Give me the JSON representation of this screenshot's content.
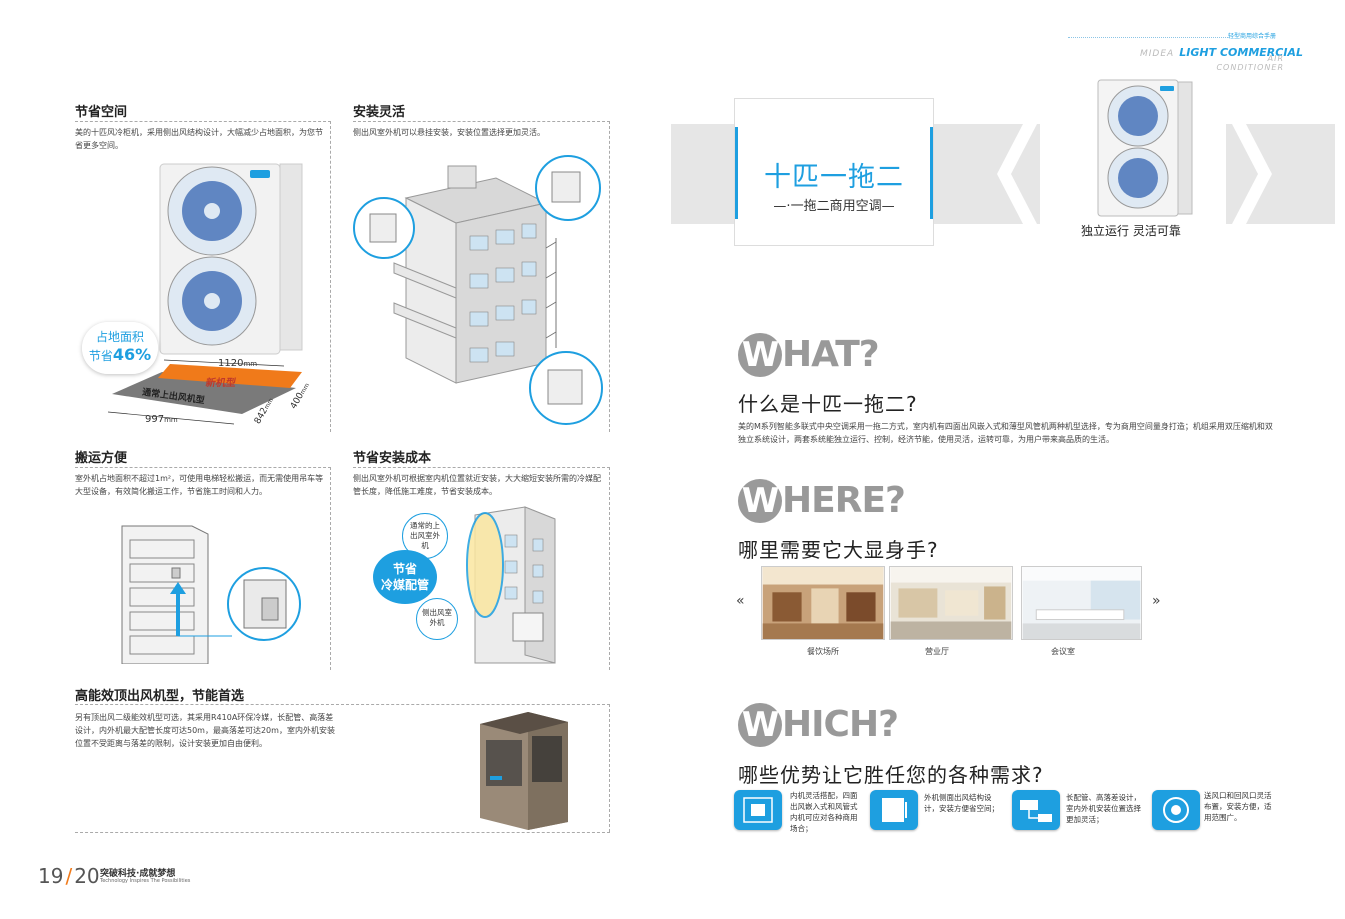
{
  "header": {
    "subtitle": "轻型商用综合手册",
    "brand_midea": "MIDEA",
    "brand_main": "LIGHT COMMERCIAL",
    "brand_sub": "AIR CONDITIONER"
  },
  "left": {
    "s1": {
      "title": "节省空间",
      "text": "美的十匹风冷柜机，采用侧出风结构设计，大幅减少占地面积，为您节省更多空间。",
      "badge_line1": "占地面积",
      "badge_line2_prefix": "节省",
      "badge_pct": "46%",
      "dim_w": "1120",
      "dim_w_unit": "mm",
      "dim_d": "400",
      "dim_d_unit": "mm",
      "dim_base_w": "997",
      "dim_base_w_unit": "mm",
      "dim_base_d": "842",
      "dim_base_d_unit": "mm",
      "label_new": "新机型",
      "label_old": "通常上出风机型"
    },
    "s2": {
      "title": "安装灵活",
      "text": "侧出风室外机可以悬挂安装，安装位置选择更加灵活。"
    },
    "s3": {
      "title": "搬运方便",
      "text": "室外机占地面积不超过1m²，可使用电梯轻松搬运，而无需使用吊车等大型设备，有效简化搬运工作，节省施工时间和人力。"
    },
    "s4": {
      "title": "节省安装成本",
      "text": "侧出风室外机可根据室内机位置就近安装，大大缩短安装所需的冷媒配管长度，降低施工难度，节省安装成本。",
      "callout_top": "通常的上出风室外机",
      "callout_mid_1": "节省",
      "callout_mid_2": "冷媒配管",
      "callout_bot": "侧出风室外机"
    },
    "s5": {
      "title": "高能效顶出风机型，节能首选",
      "text": "另有顶出风二级能效机型可选，其采用R410A环保冷媒，长配管、高落差设计，内外机最大配管长度可达50m，最高落差可达20m，室内外机安装位置不受距离与落差的限制，设计安装更加自由便利。"
    }
  },
  "footer": {
    "page_left": "19",
    "page_right": "20",
    "slogan": "突破科技·成就梦想",
    "slogan_en": "Technology Inspires The Possibilities"
  },
  "right": {
    "hero_title": "十匹一拖二",
    "hero_sub": "一拖二商用空调",
    "hero_tag": "独立运行 灵活可靠",
    "what": {
      "letter": "W",
      "rest": "HAT?",
      "heading": "什么是十匹一拖二?",
      "text": "美的M系列智能多联式中央空调采用一拖二方式，室内机有四面出风嵌入式和薄型风管机两种机型选择，专为商用空间量身打造；机组采用双压缩机和双独立系统设计，两套系统能独立运行、控制，经济节能，使用灵活，运转可靠，为用户带来高品质的生活。"
    },
    "where": {
      "letter": "W",
      "rest": "HERE?",
      "heading": "哪里需要它大显身手?",
      "prev": "«",
      "next": "»",
      "places": [
        "餐饮场所",
        "营业厅",
        "会议室"
      ]
    },
    "which": {
      "letter": "W",
      "rest": "HICH?",
      "heading": "哪些优势让它胜任您的各种需求?",
      "features": [
        "内机灵活搭配，四面出风嵌入式和风管式内机可应对各种商用场合；",
        "外机侧面出风结构设计，安装方便省空间；",
        "长配管、高落差设计，室内外机安装位置选择更加灵活；",
        "送风口和回风口灵活布置，安装方便，适用范围广。"
      ]
    }
  },
  "colors": {
    "accent": "#1e9fe0",
    "grey_band": "#e6e6e6",
    "orange": "#f07a1a"
  }
}
